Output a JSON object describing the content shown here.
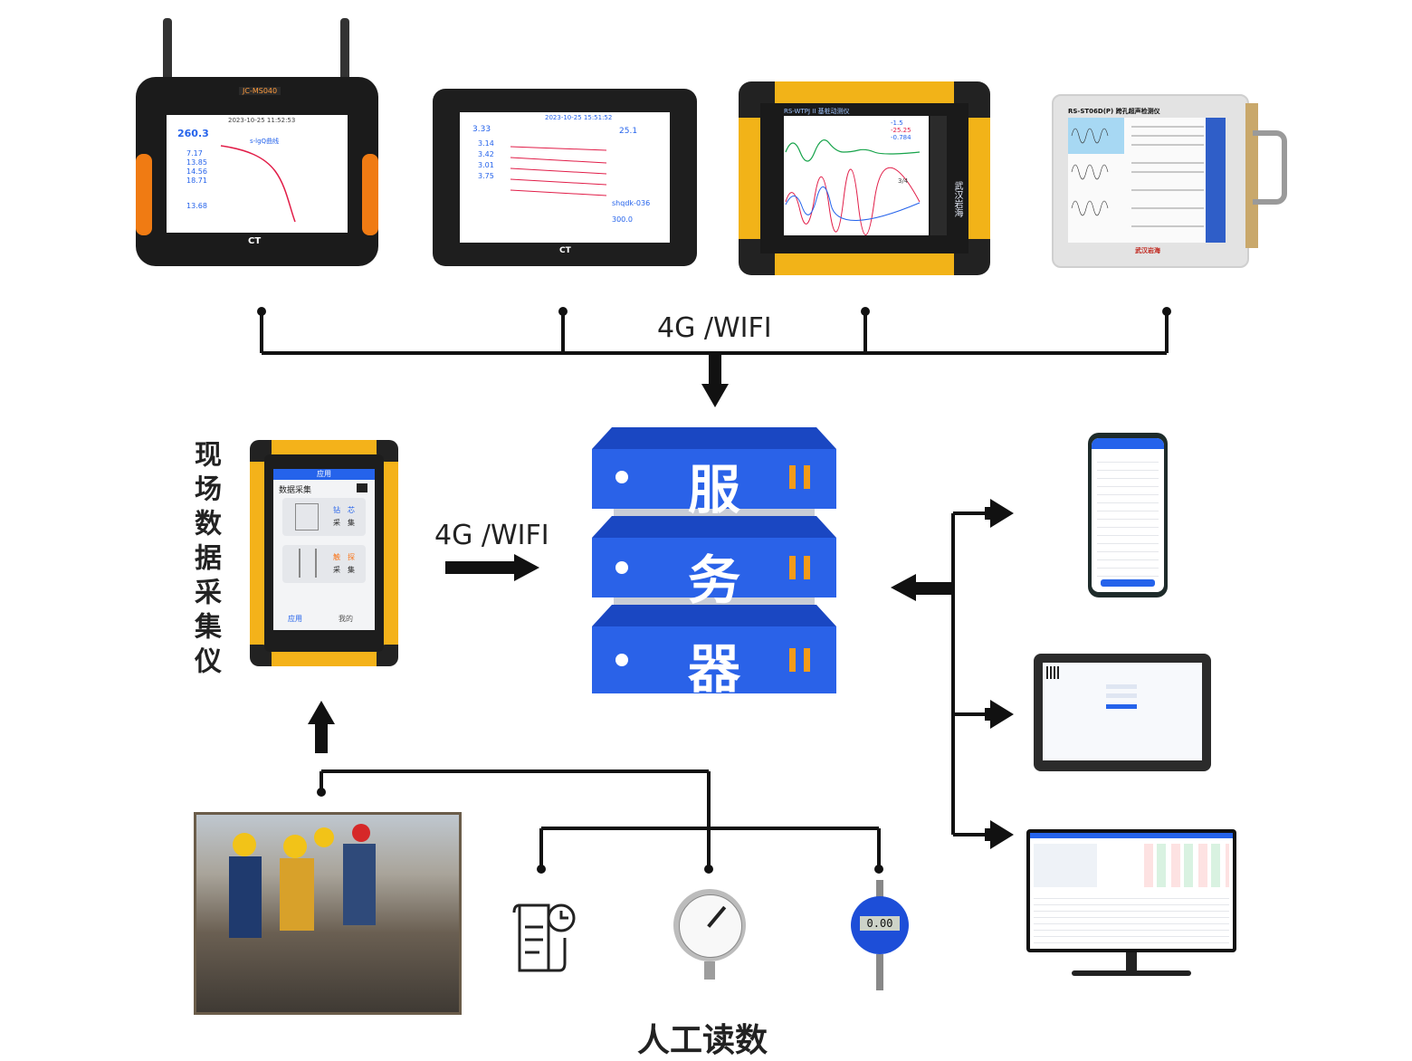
{
  "top_devices": [
    {
      "model": "JC-MS040",
      "logo": "CT",
      "readings": [
        "260.3",
        "7.17",
        "13.85",
        "14.56",
        "18.71",
        "13.68"
      ],
      "curve_title": "s-lgQ曲线",
      "timestamp": "2023-10-25 11:52:53"
    },
    {
      "model": "",
      "logo": "CT",
      "readings": [
        "3.33",
        "3.14",
        "3.42",
        "3.01",
        "3.75",
        "25.1"
      ],
      "timestamp": "2023-10-25 15:51:52",
      "station": "shqdk-036",
      "value2": "300.0"
    },
    {
      "model": "RS-WTPJ II 基桩动测仪",
      "brand": "武汉岩海",
      "page": "3/4",
      "readings": [
        "-1.5",
        "-25.25",
        "-0.784"
      ]
    },
    {
      "model": "RS-ST06D(P) 跨孔超声检测仪",
      "brand": "武汉岩海"
    }
  ],
  "network_label_top": "4G /WIFI",
  "network_label_mid": "4G /WIFI",
  "left_label": "现场数据采集仪",
  "handheld": {
    "header": "应用",
    "title": "数据采集",
    "items": [
      {
        "line1a": "钻",
        "line1b": "芯",
        "line2a": "采",
        "line2b": "集"
      },
      {
        "line1a": "触",
        "line1b": "探",
        "line2a": "采",
        "line2b": "集"
      }
    ],
    "tabs": [
      "应用",
      "我的"
    ]
  },
  "server": {
    "rows": [
      "服",
      "务",
      "器"
    ]
  },
  "bottom_label": "人工读数",
  "gauge_display": "0.00",
  "colors": {
    "server_blue": "#2a62e8",
    "server_dark": "#1a47c2",
    "orange_accent": "#f29b19",
    "line": "#111111"
  }
}
